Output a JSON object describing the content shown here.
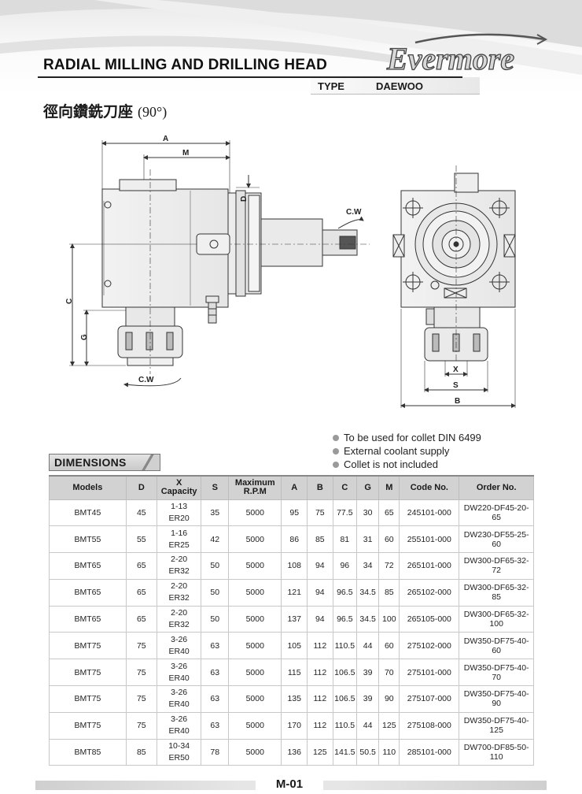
{
  "header": {
    "title": "RADIAL MILLING AND DRILLING HEAD",
    "type_label": "TYPE",
    "type_value": "DAEWOO",
    "brand": "Evermore",
    "subtitle_cn": "徑向鑽銑刀座",
    "subtitle_deg": "(90°)"
  },
  "drawing": {
    "left": {
      "label_a": "A",
      "label_m": "M",
      "label_d": "D",
      "label_c": "C",
      "label_g": "G",
      "label_cw_right": "C.W",
      "label_cw_bottom": "C.W"
    },
    "right": {
      "label_x": "X",
      "label_s": "S",
      "label_b": "B"
    }
  },
  "notes": [
    "To be used for collet DIN 6499",
    "External coolant supply",
    "Collet is not included"
  ],
  "dimensions": {
    "heading": "DIMENSIONS",
    "headers": {
      "models": "Models",
      "d": "D",
      "x_top": "X",
      "x_bottom": "Capacity",
      "s": "S",
      "rpm_top": "Maximum",
      "rpm_bottom": "R.P.M",
      "a": "A",
      "b": "B",
      "c": "C",
      "g": "G",
      "m": "M",
      "code": "Code No.",
      "order": "Order No."
    },
    "rows": [
      {
        "model": "BMT45",
        "d": "45",
        "cap_top": "1-13",
        "cap_bottom": "ER20",
        "s": "35",
        "rpm": "5000",
        "a": "95",
        "b": "75",
        "c": "77.5",
        "g": "30",
        "m": "65",
        "code": "245101-000",
        "order": "DW220-DF45-20-65"
      },
      {
        "model": "BMT55",
        "d": "55",
        "cap_top": "1-16",
        "cap_bottom": "ER25",
        "s": "42",
        "rpm": "5000",
        "a": "86",
        "b": "85",
        "c": "81",
        "g": "31",
        "m": "60",
        "code": "255101-000",
        "order": "DW230-DF55-25-60"
      },
      {
        "model": "BMT65",
        "d": "65",
        "cap_top": "2-20",
        "cap_bottom": "ER32",
        "s": "50",
        "rpm": "5000",
        "a": "108",
        "b": "94",
        "c": "96",
        "g": "34",
        "m": "72",
        "code": "265101-000",
        "order": "DW300-DF65-32-72"
      },
      {
        "model": "BMT65",
        "d": "65",
        "cap_top": "2-20",
        "cap_bottom": "ER32",
        "s": "50",
        "rpm": "5000",
        "a": "121",
        "b": "94",
        "c": "96.5",
        "g": "34.5",
        "m": "85",
        "code": "265102-000",
        "order": "DW300-DF65-32-85"
      },
      {
        "model": "BMT65",
        "d": "65",
        "cap_top": "2-20",
        "cap_bottom": "ER32",
        "s": "50",
        "rpm": "5000",
        "a": "137",
        "b": "94",
        "c": "96.5",
        "g": "34.5",
        "m": "100",
        "code": "265105-000",
        "order": "DW300-DF65-32-100"
      },
      {
        "model": "BMT75",
        "d": "75",
        "cap_top": "3-26",
        "cap_bottom": "ER40",
        "s": "63",
        "rpm": "5000",
        "a": "105",
        "b": "112",
        "c": "110.5",
        "g": "44",
        "m": "60",
        "code": "275102-000",
        "order": "DW350-DF75-40-60"
      },
      {
        "model": "BMT75",
        "d": "75",
        "cap_top": "3-26",
        "cap_bottom": "ER40",
        "s": "63",
        "rpm": "5000",
        "a": "115",
        "b": "112",
        "c": "106.5",
        "g": "39",
        "m": "70",
        "code": "275101-000",
        "order": "DW350-DF75-40-70"
      },
      {
        "model": "BMT75",
        "d": "75",
        "cap_top": "3-26",
        "cap_bottom": "ER40",
        "s": "63",
        "rpm": "5000",
        "a": "135",
        "b": "112",
        "c": "106.5",
        "g": "39",
        "m": "90",
        "code": "275107-000",
        "order": "DW350-DF75-40-90"
      },
      {
        "model": "BMT75",
        "d": "75",
        "cap_top": "3-26",
        "cap_bottom": "ER40",
        "s": "63",
        "rpm": "5000",
        "a": "170",
        "b": "112",
        "c": "110.5",
        "g": "44",
        "m": "125",
        "code": "275108-000",
        "order": "DW350-DF75-40-125"
      },
      {
        "model": "BMT85",
        "d": "85",
        "cap_top": "10-34",
        "cap_bottom": "ER50",
        "s": "78",
        "rpm": "5000",
        "a": "136",
        "b": "125",
        "c": "141.5",
        "g": "50.5",
        "m": "110",
        "code": "285101-000",
        "order": "DW700-DF85-50-110"
      }
    ]
  },
  "footer": {
    "page": "M-01"
  }
}
